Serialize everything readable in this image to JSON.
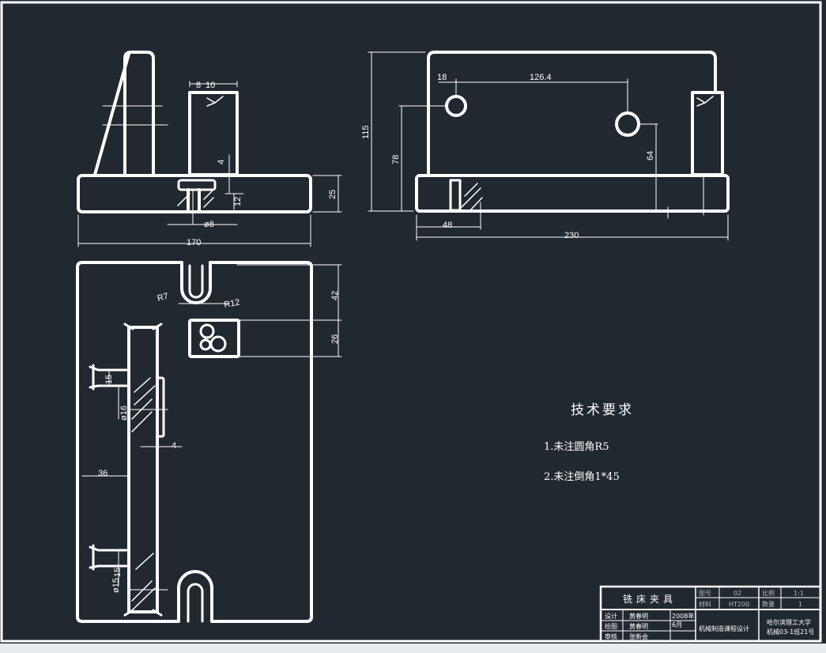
{
  "front_view": {
    "dims": [
      "8",
      "10",
      "4",
      "12",
      "25",
      "ø8",
      "170"
    ]
  },
  "side_view": {
    "dims": [
      "18",
      "126.4",
      "115",
      "78",
      "64",
      "48",
      "230"
    ]
  },
  "top_view": {
    "dims": [
      "R7",
      "R12",
      "42",
      "26",
      "15",
      "ø16",
      "4",
      "36",
      "15",
      "ø15"
    ]
  },
  "tech_requirements": {
    "title": "技术要求",
    "item1": "1.未注圆角R5",
    "item2": "2.未注倒角1*45"
  },
  "title_block": {
    "part_name": "铣床夹具",
    "code_label": "图号",
    "code_value": "02",
    "scale_label": "比例",
    "scale_value": "1:1",
    "material_label": "材料",
    "material_value": "HT200",
    "qty_label": "数量",
    "qty_value": "1",
    "design_label": "设计",
    "design_name": "黄春明",
    "draw_label": "绘图",
    "draw_name": "黄春明",
    "review_label": "审核",
    "review_name": "张新会",
    "date": "2008年",
    "date2": "6月",
    "project": "机械制造课程设计",
    "school": "哈尔滨理工大学",
    "class_info": "机械03-1班21号"
  }
}
